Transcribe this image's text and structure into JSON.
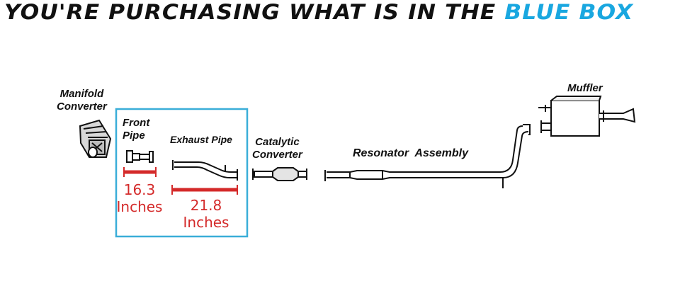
{
  "headline": {
    "text": "YOU'RE PURCHASING WHAT IS IN THE ",
    "accent_text": "BLUE BOX",
    "accent_color": "#19a7e0"
  },
  "components": {
    "manifold_converter": {
      "line1": "Manifold",
      "line2": "Converter"
    },
    "front_pipe": {
      "line1": "Front",
      "line2": "Pipe"
    },
    "exhaust_pipe": {
      "label": "Exhaust Pipe"
    },
    "catalytic_converter": {
      "line1": "Catalytic",
      "line2": "Converter"
    },
    "resonator_assembly": {
      "label": "Resonator  Assembly"
    },
    "muffler": {
      "label": "Muffler"
    }
  },
  "measurements": {
    "front_pipe": {
      "value": "16.3",
      "unit": "Inches"
    },
    "exhaust_pipe": {
      "value": "21.8",
      "unit": "Inches"
    },
    "color": "#d42a2a"
  },
  "selection_box": {
    "color": "#3aaed8"
  }
}
